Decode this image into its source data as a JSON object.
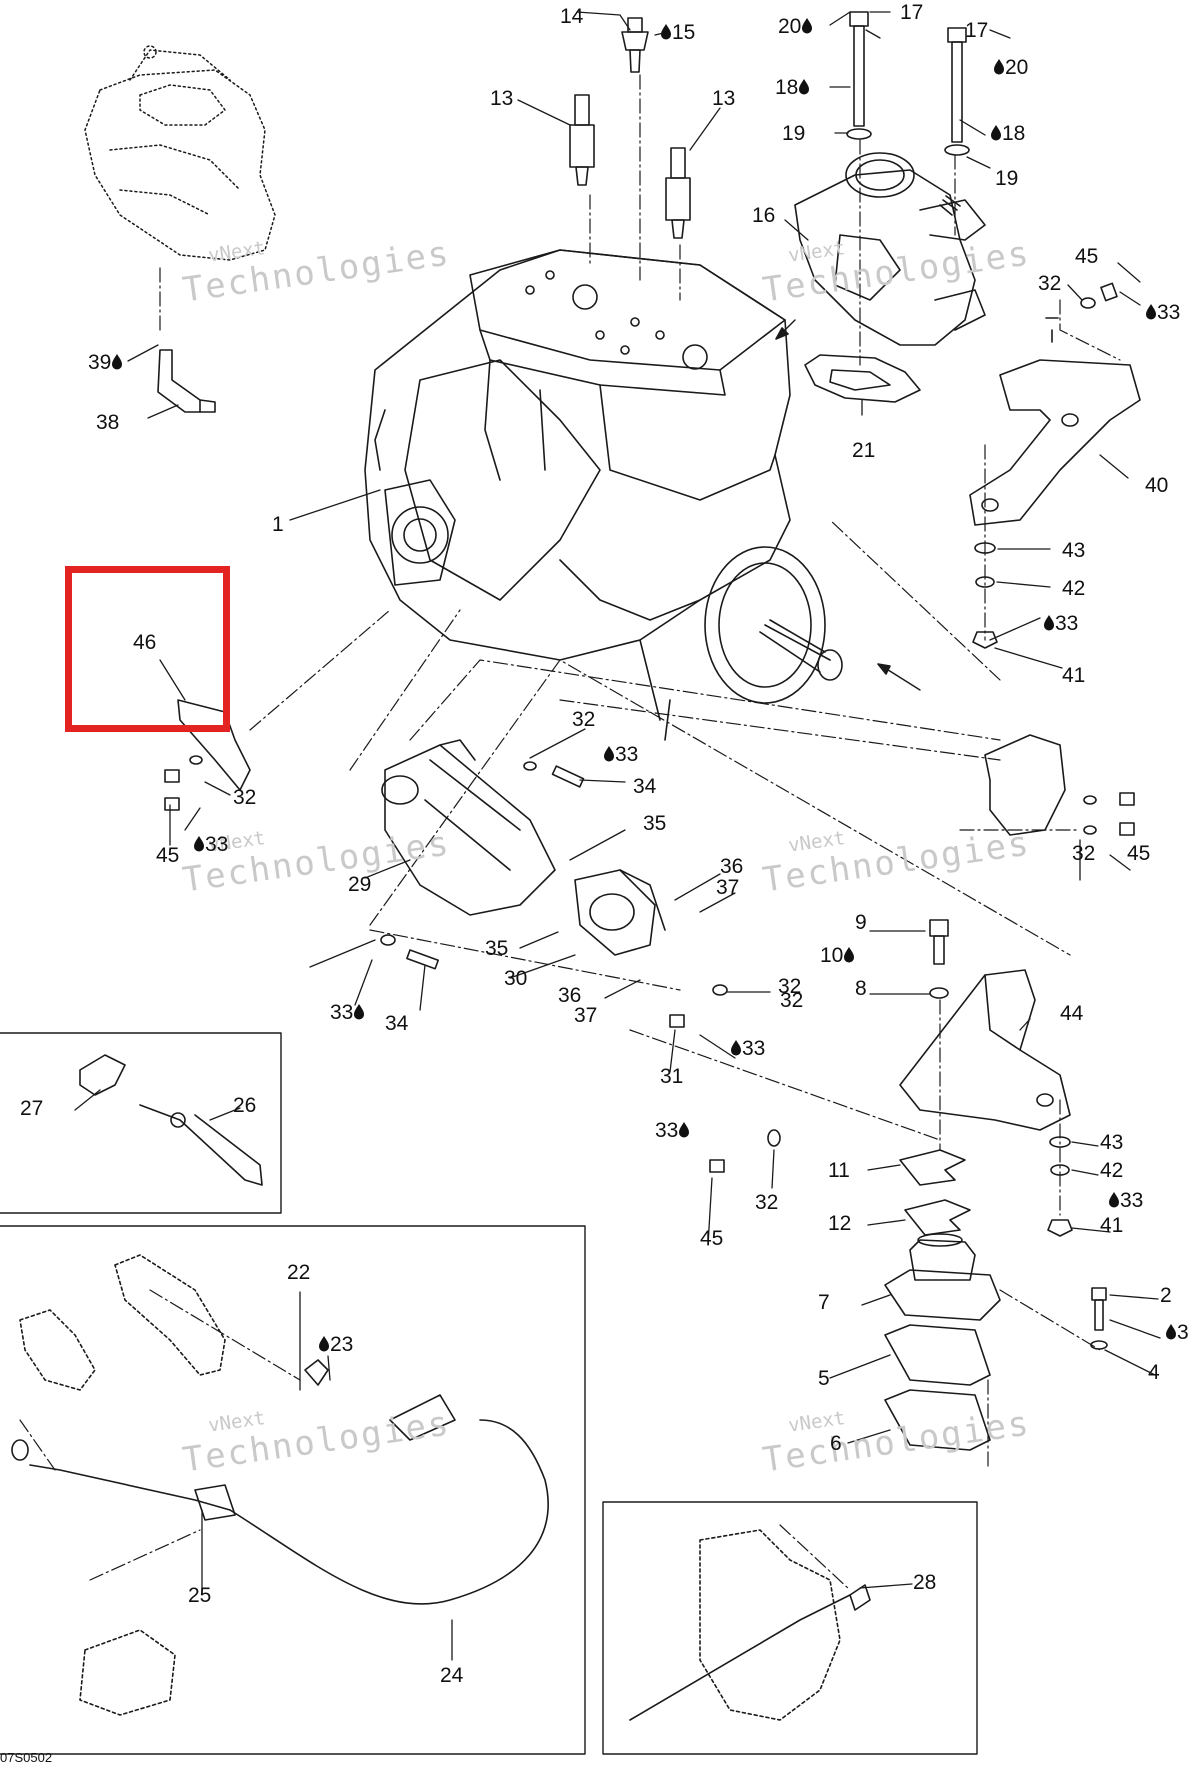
{
  "diagram": {
    "drawing_code": "07S0502",
    "watermark": {
      "line1": "vNext",
      "line2": "Technologies"
    },
    "highlight_color": "#e32222",
    "highlighted_part": "46",
    "drop_icon": "oil-drop-icon",
    "labels": [
      {
        "text": "14"
      },
      {
        "text": "15"
      },
      {
        "text": "20"
      },
      {
        "text": "17"
      },
      {
        "text": "17"
      },
      {
        "text": "20"
      },
      {
        "text": "18"
      },
      {
        "text": "18"
      },
      {
        "text": "19"
      },
      {
        "text": "19"
      },
      {
        "text": "13"
      },
      {
        "text": "13"
      },
      {
        "text": "16"
      },
      {
        "text": "45"
      },
      {
        "text": "32"
      },
      {
        "text": "33"
      },
      {
        "text": "39"
      },
      {
        "text": "38"
      },
      {
        "text": "21"
      },
      {
        "text": "40"
      },
      {
        "text": "1"
      },
      {
        "text": "43"
      },
      {
        "text": "42"
      },
      {
        "text": "33"
      },
      {
        "text": "41"
      },
      {
        "text": "46"
      },
      {
        "text": "32"
      },
      {
        "text": "33"
      },
      {
        "text": "34"
      },
      {
        "text": "32"
      },
      {
        "text": "33"
      },
      {
        "text": "45"
      },
      {
        "text": "35"
      },
      {
        "text": "29"
      },
      {
        "text": "32"
      },
      {
        "text": "45"
      },
      {
        "text": "36"
      },
      {
        "text": "37"
      },
      {
        "text": "9"
      },
      {
        "text": "10"
      },
      {
        "text": "35"
      },
      {
        "text": "8"
      },
      {
        "text": "32"
      },
      {
        "text": "30"
      },
      {
        "text": "36"
      },
      {
        "text": "32"
      },
      {
        "text": "37"
      },
      {
        "text": "33"
      },
      {
        "text": "34"
      },
      {
        "text": "44"
      },
      {
        "text": "33"
      },
      {
        "text": "31"
      },
      {
        "text": "27"
      },
      {
        "text": "26"
      },
      {
        "text": "33"
      },
      {
        "text": "43"
      },
      {
        "text": "11"
      },
      {
        "text": "42"
      },
      {
        "text": "32"
      },
      {
        "text": "33"
      },
      {
        "text": "45"
      },
      {
        "text": "12"
      },
      {
        "text": "41"
      },
      {
        "text": "22"
      },
      {
        "text": "2"
      },
      {
        "text": "23"
      },
      {
        "text": "7"
      },
      {
        "text": "3"
      },
      {
        "text": "4"
      },
      {
        "text": "5"
      },
      {
        "text": "6"
      },
      {
        "text": "28"
      },
      {
        "text": "25"
      },
      {
        "text": "24"
      }
    ]
  }
}
